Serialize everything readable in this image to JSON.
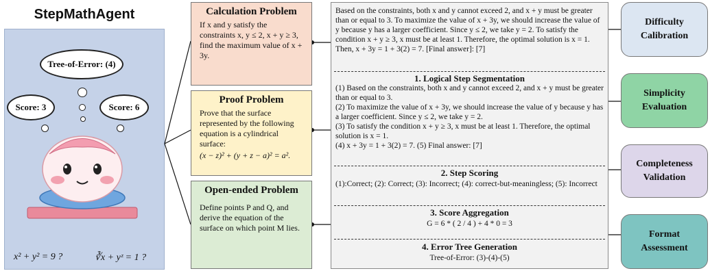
{
  "agent": {
    "title": "StepMathAgent",
    "tree_of_error": "Tree-of-Error: (4)",
    "score_left": "Score: 3",
    "score_right": "Score: 6",
    "formula_1": "x² + y² = 9 ?",
    "formula_2": "∛x + yᶻ = 1 ?"
  },
  "problems": [
    {
      "title": "Calculation Problem",
      "body": "If x and y satisfy the constraints x, y ≤ 2, x + y ≥ 3, find the maximum value of x + 3y.",
      "color": "#f9dccd"
    },
    {
      "title": "Proof Problem",
      "body": "Prove that the surface represented by the following equation is a cylindrical surface:",
      "equation": "(x − z)² + (y + z − a)² = a².",
      "color": "#fef2c9"
    },
    {
      "title": "Open-ended Problem",
      "body": "Define points P and Q, and derive the equation of the surface on which point M lies.",
      "color": "#dcecd4"
    }
  ],
  "solution": {
    "text": "Based on the constraints, both x and y cannot exceed 2, and x + y must be greater than or equal to 3. To maximize the value of x + 3y, we should increase the value of y because y has a larger coefficient. Since y ≤ 2, we take y = 2. To satisfy the condition x + y ≥ 3, x must be at least 1. Therefore, the optimal solution is x = 1. Then, x + 3y = 1 + 3(2) = 7. [Final answer]: [7]"
  },
  "steps": [
    {
      "title": "1. Logical Step Segmentation",
      "lines": [
        "(1) Based on the constraints, both x and y cannot exceed 2, and x + y must be greater than or equal to 3.",
        "(2) To maximize the value of x + 3y, we should increase the value of y because y has a larger coefficient. Since y ≤ 2, we take y = 2.",
        "(3) To satisfy the condition x + y ≥ 3, x must be at least 1. Therefore, the optimal solution is x = 1.",
        "(4) x + 3y = 1 + 3(2) = 7.   (5) Final answer: [7]"
      ]
    },
    {
      "title": "2. Step Scoring",
      "lines": [
        "(1):Correct; (2): Correct; (3): Incorrect; (4): correct-but-meaningless; (5): Incorrect"
      ]
    },
    {
      "title": "3. Score Aggregation",
      "lines": [
        "G = 6 * ( 2 / 4 ) + 4 * 0 = 3"
      ]
    },
    {
      "title": "4. Error Tree Generation",
      "lines": [
        "Tree-of-Error: (3)-(4)-(5)"
      ]
    }
  ],
  "criteria": [
    {
      "line1": "Difficulty",
      "line2": "Calibration",
      "color": "#dce6f2"
    },
    {
      "line1": "Simplicity",
      "line2": "Evaluation",
      "color": "#8fd4a5"
    },
    {
      "line1": "Completeness",
      "line2": "Validation",
      "color": "#ddd6ea"
    },
    {
      "line1": "Format",
      "line2": "Assessment",
      "color": "#7ec4c1"
    }
  ]
}
